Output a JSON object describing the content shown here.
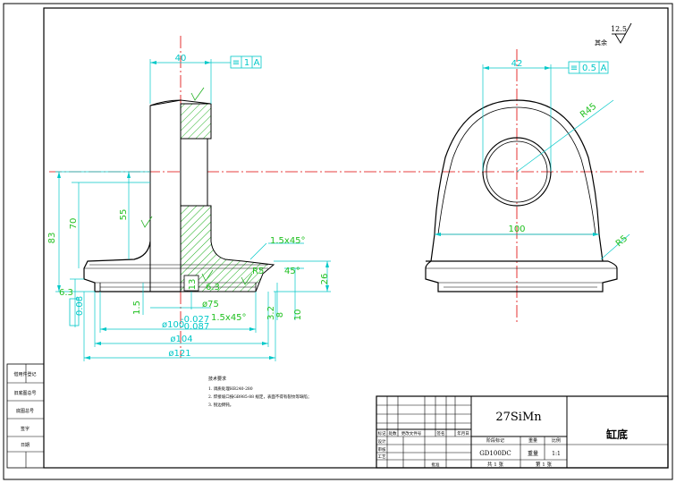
{
  "drawing": {
    "material": "27SiMn",
    "part_name": "缸底",
    "drawing_no": "GD100DC",
    "scale": "1:1",
    "roughness_general": "12.5",
    "roughness_note": "其余"
  },
  "front_view": {
    "dims": {
      "width_top": "40",
      "h_83": "83",
      "h_70": "70",
      "h_55": "55",
      "chamfer_top": "1.5x45°",
      "r_5": "R5",
      "ang_45": "45°",
      "t_26": "26",
      "t_13": "13",
      "r_63": "6.3",
      "r_63_b": "6.3",
      "t_15": "1.5",
      "d_75": "ø75",
      "d_100": "ø100",
      "tol_upper": "-0.027",
      "tol_lower": "-0.087",
      "chamfer_bot": "1.5x45°",
      "d_104": "ø104",
      "d_121": "ø121",
      "t_32": "3.2",
      "t_8": "8",
      "t_10": "10",
      "left_63": "6.3",
      "left_tol": "0.08"
    },
    "tol_frame": {
      "symbol": "≡",
      "value": "1",
      "datum": "A"
    }
  },
  "side_view": {
    "dims": {
      "width_42": "42",
      "r_45": "R45",
      "w_100": "100",
      "r_5": "R5"
    },
    "tol_frame": {
      "symbol": "≡",
      "value": "0.5",
      "datum": "A"
    }
  },
  "notes": {
    "title": "技术要求",
    "lines": [
      "1. 调质处理HB240-280",
      "2. 焊接坡口按GB985-88 规定，表面不得有裂纹等缺陷；",
      "3. 锐边倒钝。"
    ]
  },
  "title_block": {
    "labels": [
      "标记",
      "处数",
      "分区",
      "更改文件号",
      "签名",
      "年月日"
    ],
    "rows": [
      "设计",
      "审核",
      "工艺",
      "批准"
    ],
    "stage_label": "阶段标记",
    "weight_label": "重量",
    "scale_label": "比例",
    "sheet_total": "共 1 张",
    "sheet_no": "第 1 张"
  },
  "side_block": {
    "items": [
      "借用件登记",
      "旧底图总号",
      "底图总号",
      "签字",
      "日期"
    ]
  }
}
